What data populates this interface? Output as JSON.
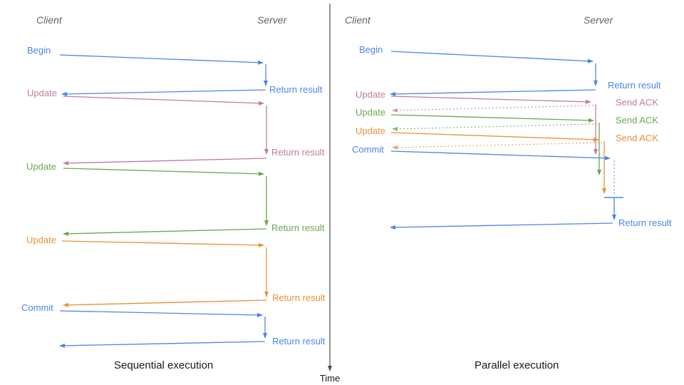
{
  "colors": {
    "blue": "#4a86e8",
    "pink": "#c27ba0",
    "green": "#6aa84f",
    "orange": "#e69138",
    "header_gray": "#646464",
    "text": "#1a1a1a",
    "axis": "#4d4d4d"
  },
  "left_panel": {
    "headers": {
      "client": "Client",
      "server": "Server"
    },
    "caption": "Sequential execution",
    "steps": [
      {
        "request": "Begin",
        "response": "Return result",
        "color": "blue"
      },
      {
        "request": "Update",
        "response": "Return result",
        "color": "pink"
      },
      {
        "request": "Update",
        "response": "Return result",
        "color": "green"
      },
      {
        "request": "Update",
        "response": "Return result",
        "color": "orange"
      },
      {
        "request": "Commit",
        "response": "Return result",
        "color": "blue"
      }
    ]
  },
  "right_panel": {
    "headers": {
      "client": "Client",
      "server": "Server"
    },
    "caption": "Parallel execution",
    "steps": [
      {
        "request": "Begin",
        "response": "Return result",
        "color": "blue"
      },
      {
        "request": "Update",
        "response": "Send ACK",
        "color": "pink"
      },
      {
        "request": "Update",
        "response": "Send ACK",
        "color": "green"
      },
      {
        "request": "Update",
        "response": "Send ACK",
        "color": "orange"
      },
      {
        "request": "Commit",
        "response": "Return result",
        "color": "blue"
      }
    ]
  },
  "time_axis": {
    "label": "Time"
  }
}
